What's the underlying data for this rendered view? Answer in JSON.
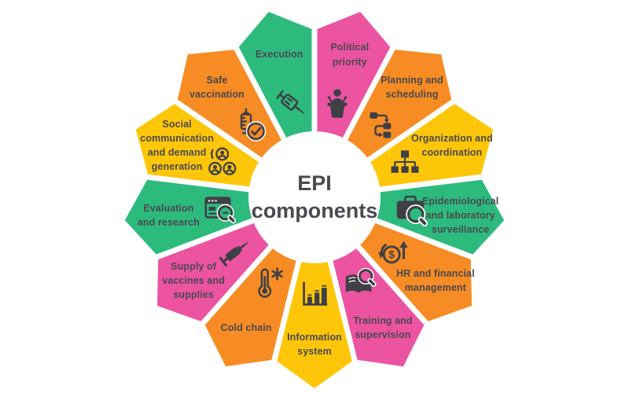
{
  "title": {
    "text": "EPI components"
  },
  "palette": {
    "pink": "#EC53A1",
    "orange": "#F68C23",
    "yellow": "#FDC609",
    "green": "#2DBB7D",
    "icon": "#3F3F46",
    "text": "#4A4950",
    "background": "#FFFFFF"
  },
  "segments": [
    {
      "label": "Political priority",
      "lines": [
        "Political",
        "priority"
      ],
      "color": "pink",
      "icon": "podium-speaker-icon"
    },
    {
      "label": "Planning and scheduling",
      "lines": [
        "Planning and",
        "scheduling"
      ],
      "color": "orange",
      "icon": "flowchart-icon"
    },
    {
      "label": "Organization and coordination",
      "lines": [
        "Organization and",
        "coordination"
      ],
      "color": "yellow",
      "icon": "org-chart-icon"
    },
    {
      "label": "Epidemiological and laboratory surveillance",
      "lines": [
        "Epidemiological",
        "and laboratory",
        "surveillance"
      ],
      "color": "green",
      "icon": "briefcase-search-icon"
    },
    {
      "label": "HR and financial management",
      "lines": [
        "HR and financial",
        "management"
      ],
      "color": "orange",
      "icon": "money-circulation-icon"
    },
    {
      "label": "Training and supervision",
      "lines": [
        "Training and",
        "supervision"
      ],
      "color": "pink",
      "icon": "book-search-icon"
    },
    {
      "label": "Information system",
      "lines": [
        "Information",
        "system"
      ],
      "color": "yellow",
      "icon": "bar-chart-icon"
    },
    {
      "label": "Cold chain",
      "lines": [
        "Cold chain"
      ],
      "color": "orange",
      "icon": "thermometer-snowflake-icon"
    },
    {
      "label": "Supply of vaccines and supplies",
      "lines": [
        "Supply of",
        "vaccines and",
        "supplies"
      ],
      "color": "pink",
      "icon": "syringe-icon"
    },
    {
      "label": "Evaluation and research",
      "lines": [
        "Evaluation",
        "and research"
      ],
      "color": "green",
      "icon": "browser-search-icon"
    },
    {
      "label": "Social communication and demand generation",
      "lines": [
        "Social",
        "communication",
        "and demand",
        "generation"
      ],
      "color": "yellow",
      "icon": "group-people-icon"
    },
    {
      "label": "Safe vaccination",
      "lines": [
        "Safe",
        "vaccination"
      ],
      "color": "orange",
      "icon": "syringe-check-icon"
    },
    {
      "label": "Execution",
      "lines": [
        "Execution"
      ],
      "color": "green",
      "icon": "tilted-syringe-icon"
    }
  ]
}
